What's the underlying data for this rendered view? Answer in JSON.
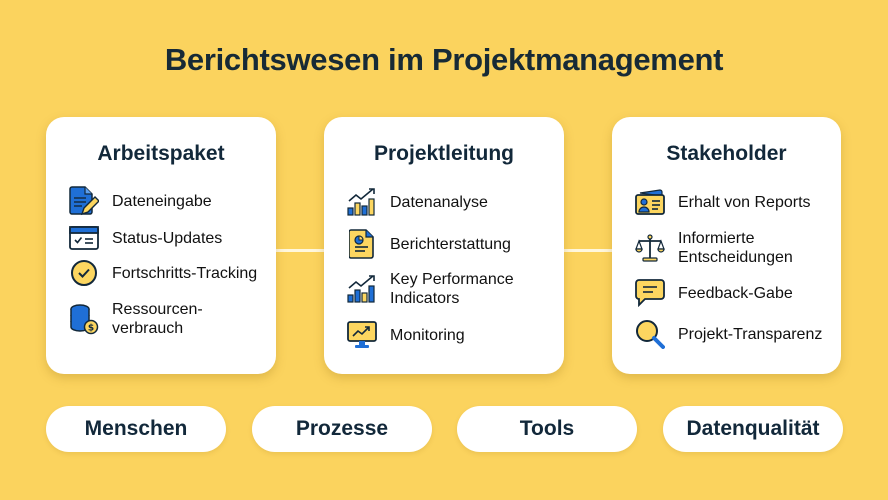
{
  "title": "Berichtswesen im Projektmanagement",
  "colors": {
    "background": "#FBD35E",
    "card": "#FFFFFF",
    "text_dark": "#12283A",
    "icon_blue": "#1F6FD6",
    "icon_yellow": "#FCD660",
    "icon_outline": "#12283A"
  },
  "cards": [
    {
      "title": "Arbeitspaket",
      "items": [
        {
          "icon": "document-edit-icon",
          "label": "Dateneingabe"
        },
        {
          "icon": "status-window-icon",
          "label": "Status-Updates"
        },
        {
          "icon": "check-circle-icon",
          "label": "Fortschritts-Tracking"
        },
        {
          "icon": "coins-database-icon",
          "label": "Ressourcen-\nverbrauch",
          "label_line1": "Ressourcen-",
          "label_line2": "verbrauch"
        }
      ]
    },
    {
      "title": "Projektleitung",
      "items": [
        {
          "icon": "bar-chart-trend-icon",
          "label": "Datenanalyse"
        },
        {
          "icon": "report-document-icon",
          "label": "Berichterstattung"
        },
        {
          "icon": "kpi-chart-icon",
          "label": "Key Performance Indicators",
          "label_line1": "Key Performance",
          "label_line2": "Indicators"
        },
        {
          "icon": "monitor-chart-icon",
          "label": "Monitoring"
        }
      ]
    },
    {
      "title": "Stakeholder",
      "items": [
        {
          "icon": "id-card-icon",
          "label": "Erhalt von Reports"
        },
        {
          "icon": "scales-icon",
          "label": "Informierte Entscheidungen",
          "label_line1": "Informierte",
          "label_line2": "Entscheidungen"
        },
        {
          "icon": "speech-bubble-icon",
          "label": "Feedback-Gabe"
        },
        {
          "icon": "magnifier-icon",
          "label": "Projekt-Transparenz"
        }
      ]
    }
  ],
  "pillars": [
    {
      "label": "Menschen"
    },
    {
      "label": "Prozesse"
    },
    {
      "label": "Tools"
    },
    {
      "label": "Datenqualität"
    }
  ]
}
